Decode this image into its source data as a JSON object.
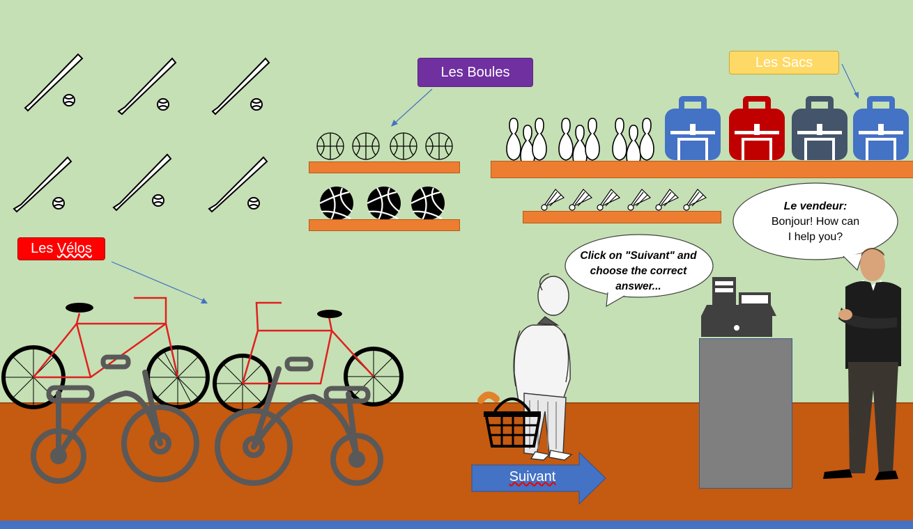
{
  "labels": {
    "boules": "Les Boules",
    "sacs": "Les Sacs",
    "velos_prefix": "Les ",
    "velos_word": "Vélos"
  },
  "bubbles": {
    "customer_line1": "Click on \"Suivant\" and",
    "customer_line2": "choose the correct",
    "customer_line3": "answer...",
    "vendor_title": "Le vendeur:",
    "vendor_line1": "Bonjour! How can",
    "vendor_line2": "I help you?"
  },
  "next_button": {
    "label": "Suivant"
  },
  "colors": {
    "wall": "#c5e0b4",
    "floor": "#c55a11",
    "shelf": "#ed7d31",
    "boules_label": "#7030a0",
    "sacs_label": "#ffd966",
    "velos_label": "#ff0000",
    "next_arrow": "#4472c4",
    "bag_blue": "#4472c4",
    "bag_red": "#c00000",
    "bag_slate": "#44546a"
  }
}
